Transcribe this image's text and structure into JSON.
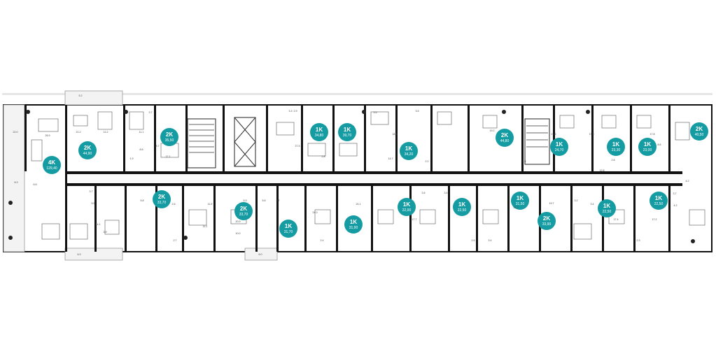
{
  "units": [
    {
      "id": "u1",
      "type": "4K",
      "area": "129,40"
    },
    {
      "id": "u2",
      "type": "2K",
      "area": "44,90"
    },
    {
      "id": "u3",
      "type": "2K",
      "area": "35,50"
    },
    {
      "id": "u4",
      "type": "1K",
      "area": "34,80"
    },
    {
      "id": "u5",
      "type": "1K",
      "area": "39,70"
    },
    {
      "id": "u6",
      "type": "1K",
      "area": "34,20"
    },
    {
      "id": "u7",
      "type": "2K",
      "area": "44,80"
    },
    {
      "id": "u8",
      "type": "1K",
      "area": "24,70"
    },
    {
      "id": "u9",
      "type": "1K",
      "area": "23,30"
    },
    {
      "id": "u10",
      "type": "1K",
      "area": "23,00"
    },
    {
      "id": "u11",
      "type": "2K",
      "area": "40,50"
    },
    {
      "id": "u12",
      "type": "2K",
      "area": "33,70"
    },
    {
      "id": "u13",
      "type": "2K",
      "area": "33,70"
    },
    {
      "id": "u14",
      "type": "1K",
      "area": "31,70"
    },
    {
      "id": "u15",
      "type": "1K",
      "area": "31,90"
    },
    {
      "id": "u16",
      "type": "1K",
      "area": "22,00"
    },
    {
      "id": "u17",
      "type": "1K",
      "area": "22,50"
    },
    {
      "id": "u18",
      "type": "1K",
      "area": "31,50"
    },
    {
      "id": "u19",
      "type": "2K",
      "area": "33,90"
    },
    {
      "id": "u20",
      "type": "1K",
      "area": "22,50"
    },
    {
      "id": "u21",
      "type": "1K",
      "area": "22,50"
    }
  ],
  "room_numbers": [
    "5.2",
    "22.0",
    "26.9",
    "6.8",
    "21.2",
    "12.2",
    "11.1",
    "8.6",
    "3.7",
    "1.9",
    "8.7",
    "17.1",
    "2.9",
    "3.3",
    "27.5",
    "2.8",
    "3.5",
    "18.6",
    "14.7",
    "2.2",
    "3.5",
    "21.6",
    "19.2",
    "2.4",
    "17.5",
    "12.8",
    "2.8",
    "17.8",
    "8.6",
    "4.2",
    "8.3",
    "3.7",
    "14.1",
    "5.5",
    "5.8",
    "2.6",
    "11.9",
    "10.0",
    "5.6",
    "3.7",
    "24.0",
    "2.4",
    "24.1",
    "17.7",
    "3.6",
    "3.4",
    "21.7",
    "2.6",
    "3.4",
    "19.7",
    "17.4",
    "2.3",
    "3.4",
    "3.7",
    "3.2",
    "20.9",
    "17.2",
    "6.3",
    "6.0",
    "5.9",
    "3.9",
    "11.2",
    "2.7",
    "4.2"
  ]
}
